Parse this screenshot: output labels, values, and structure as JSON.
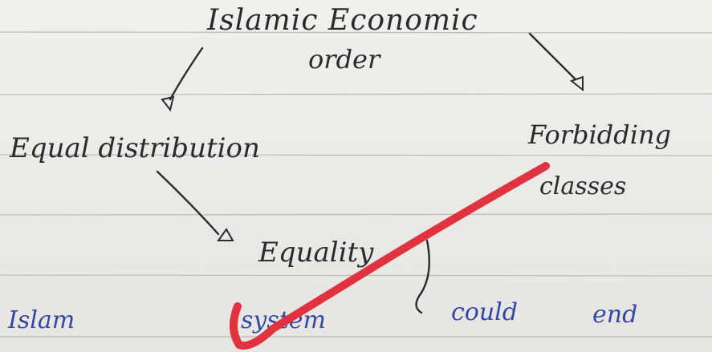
{
  "notes": {
    "title_line1": "Islamic Economic",
    "title_line2": "order",
    "left_branch": "Equal distribution",
    "right_branch_line1": "Forbidding",
    "right_branch_line2": "classes",
    "bottom_node": "Equality",
    "blue_words": [
      "Islam",
      "system",
      "could",
      "end"
    ]
  },
  "colors": {
    "paper": "#eceae6",
    "rule_line": "#bdbcb9",
    "pencil_ink": "#2b2a2d",
    "blue_ink": "#3448a6",
    "red_mark": "#e0323f"
  },
  "marks": [
    "arrow",
    "arrow",
    "arrow",
    "check-mark"
  ]
}
